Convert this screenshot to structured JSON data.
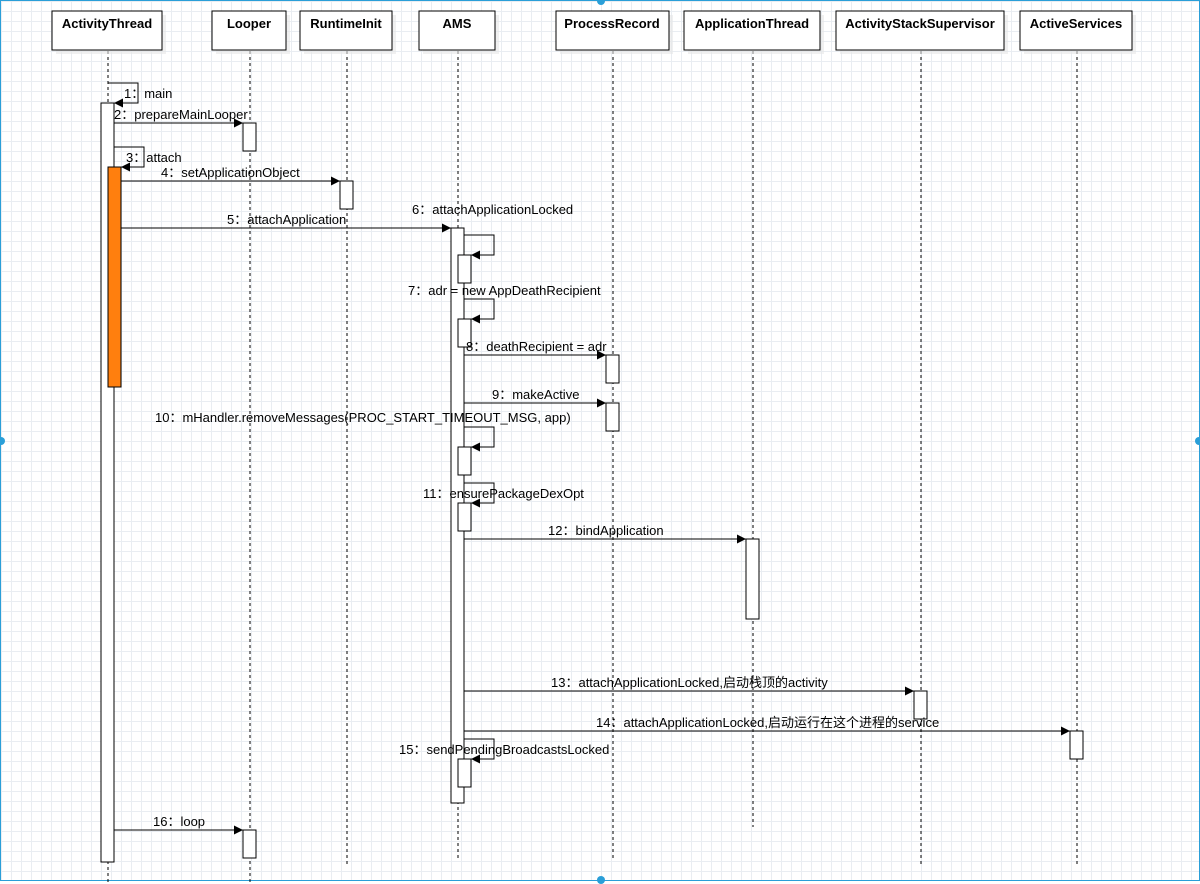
{
  "participants": [
    {
      "id": "activity-thread",
      "label": "ActivityThread"
    },
    {
      "id": "looper",
      "label": "Looper"
    },
    {
      "id": "runtime-init",
      "label": "RuntimeInit"
    },
    {
      "id": "ams",
      "label": "AMS"
    },
    {
      "id": "process-record",
      "label": "ProcessRecord"
    },
    {
      "id": "application-thread",
      "label": "ApplicationThread"
    },
    {
      "id": "activity-stack-supervisor",
      "label": "ActivityStackSupervisor"
    },
    {
      "id": "active-services",
      "label": "ActiveServices"
    }
  ],
  "messages": [
    {
      "label": "1：main"
    },
    {
      "label": "2：prepareMainLooper"
    },
    {
      "label": "3：attach"
    },
    {
      "label": "4：setApplicationObject"
    },
    {
      "label": "5：attachApplication"
    },
    {
      "label": "6：attachApplicationLocked"
    },
    {
      "label": "7：adr = new AppDeathRecipient"
    },
    {
      "label": "8：deathRecipient = adr"
    },
    {
      "label": "9：makeActive"
    },
    {
      "label": "10：mHandler.removeMessages(PROC_START_TIMEOUT_MSG, app)"
    },
    {
      "label": "11：ensurePackageDexOpt"
    },
    {
      "label": "12：bindApplication"
    },
    {
      "label": "13：attachApplicationLocked,启动栈顶的activity"
    },
    {
      "label": "14：attachApplicationLocked,启动运行在这个进程的service"
    },
    {
      "label": "15：sendPendingBroadcastsLocked"
    },
    {
      "label": "16：loop"
    }
  ],
  "colors": {
    "highlight_activation": "#ff7f0e",
    "selection_border": "#2a9fd8",
    "line": "#000000"
  }
}
